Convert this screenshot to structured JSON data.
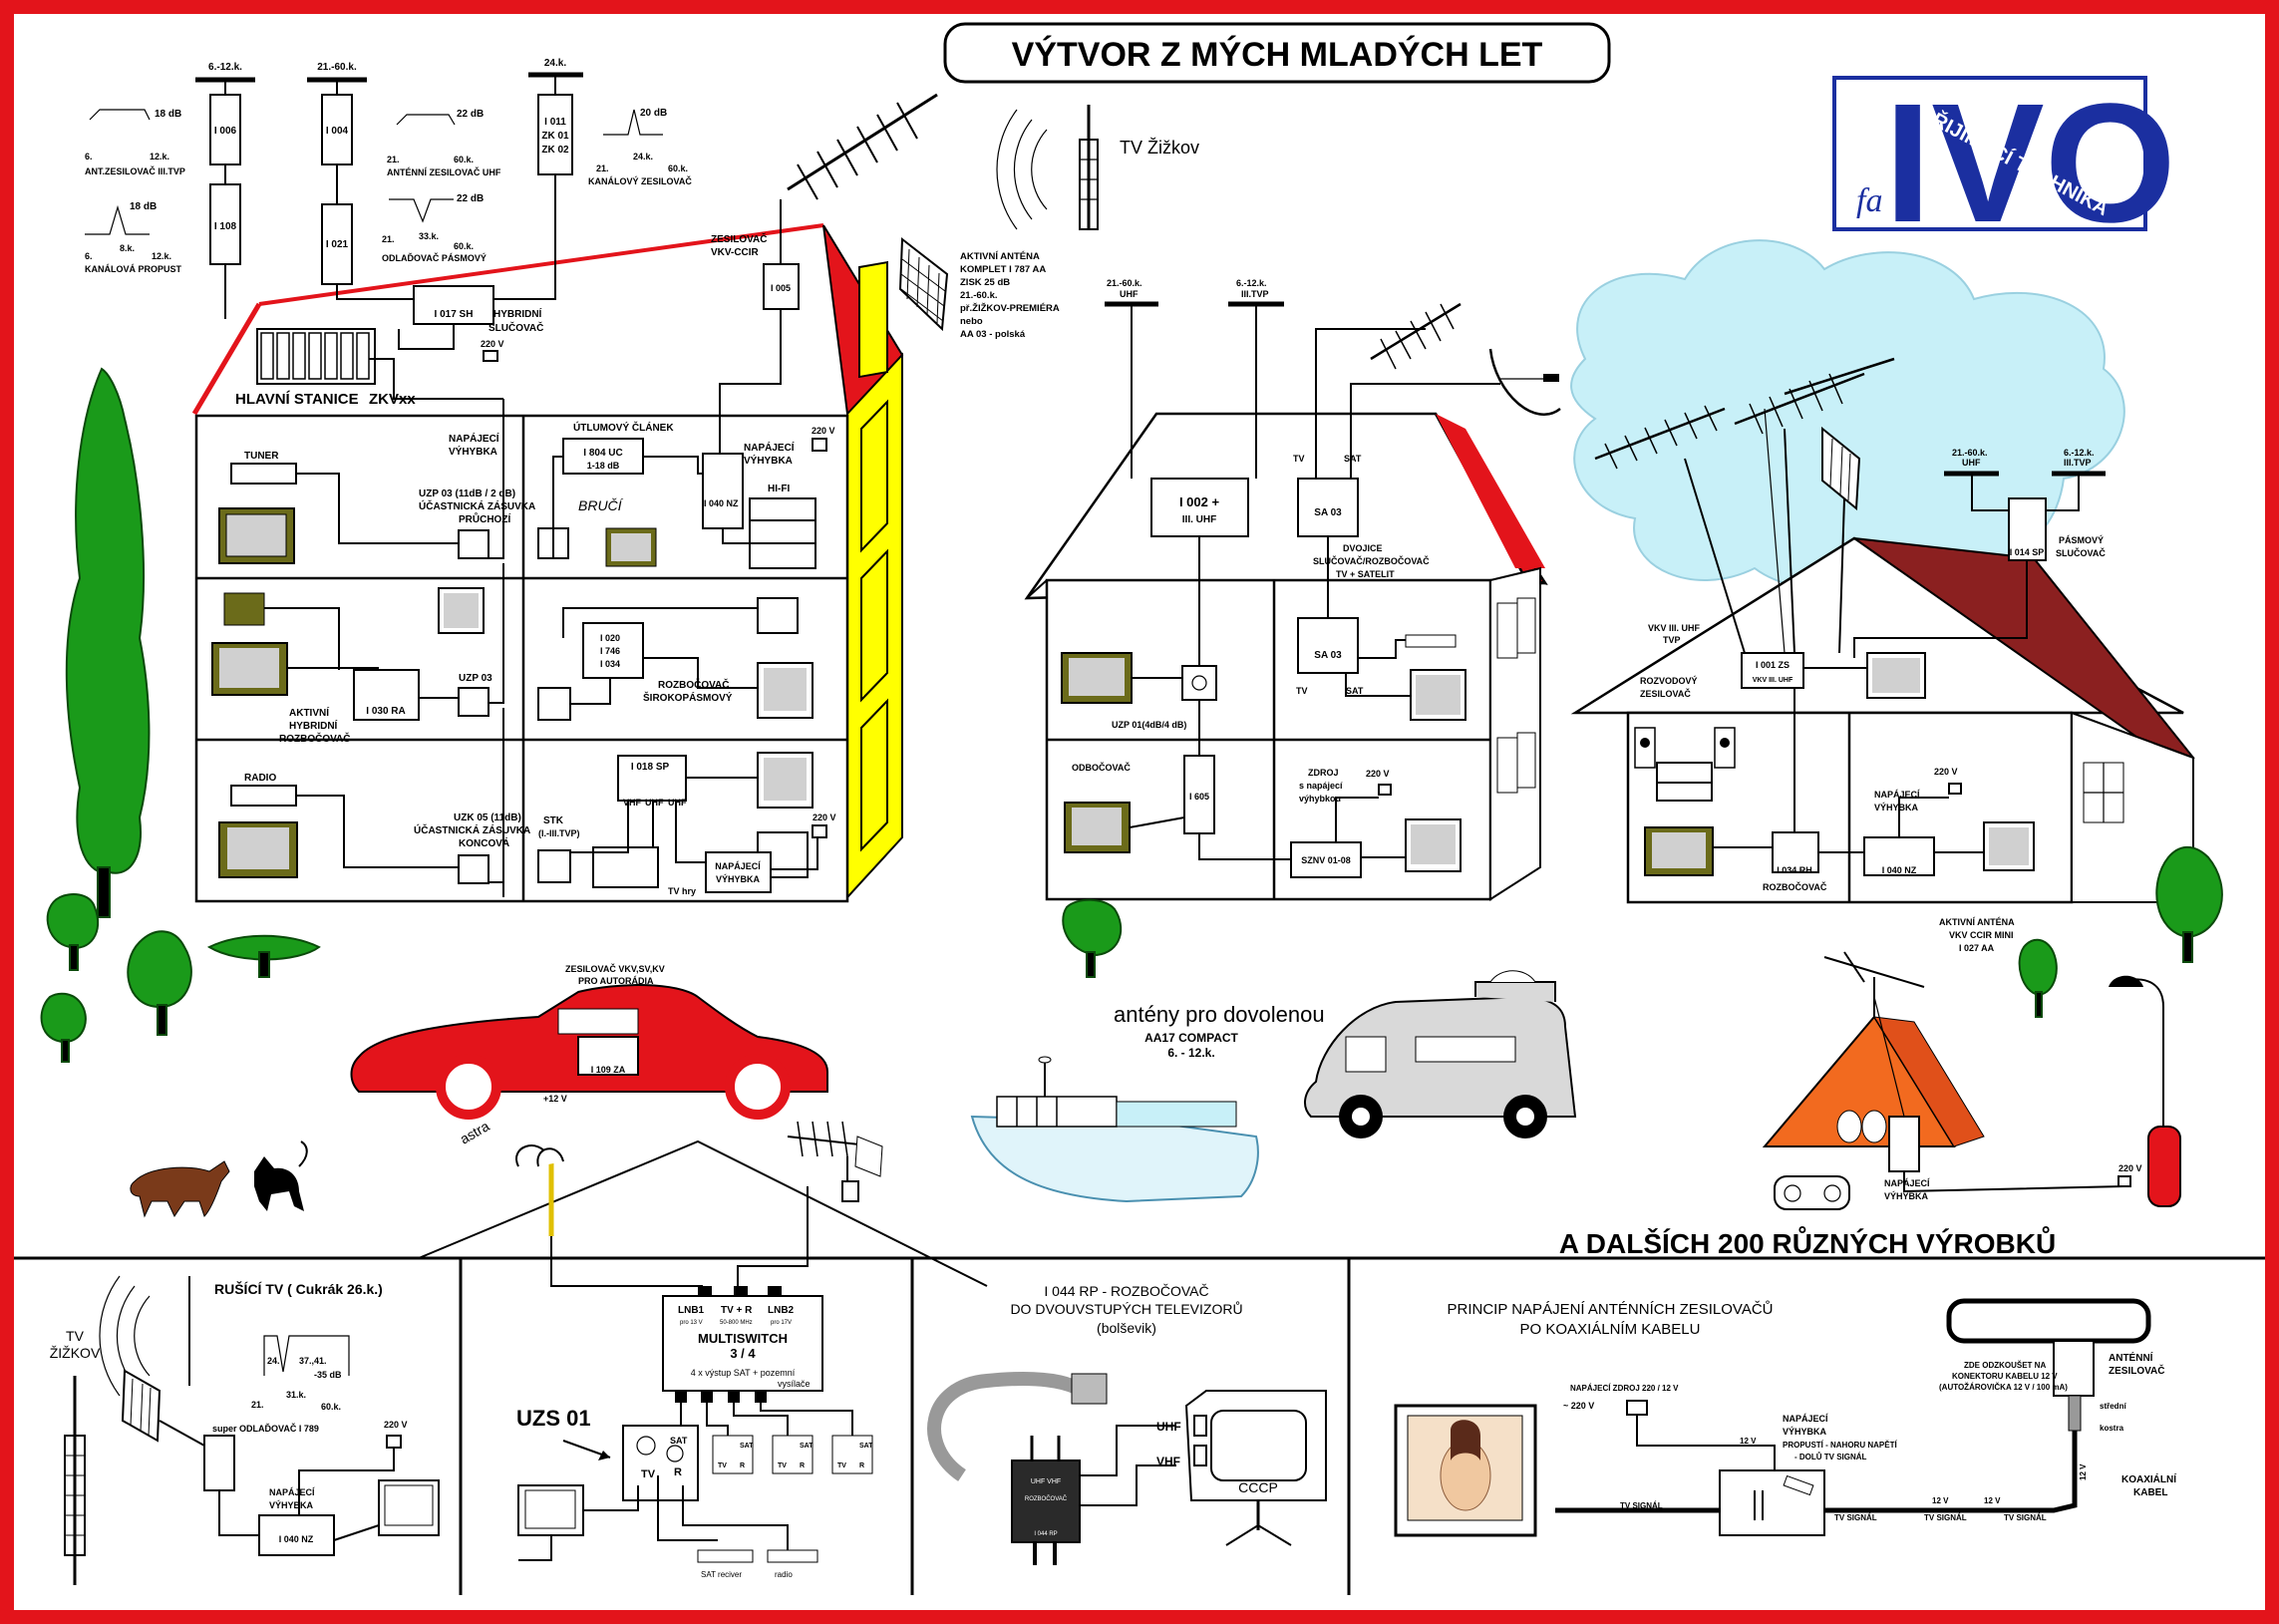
{
  "title": "VÝTVOR Z MÝCH MLADÝCH LET",
  "logo": {
    "brand": "IVO",
    "prefix": "fa",
    "arc_text": "PŘIJÍMACÍ TECHNIKA"
  },
  "colors": {
    "frame": "#e3141b",
    "house_roof": "#e3141b",
    "house_side": "#ffff00",
    "sky": "#c8f0f8",
    "tree": "#1a9a1a",
    "car": "#e3141b",
    "tent": "#f26a1f",
    "logo_blue": "#1b2fa0"
  },
  "head_station": {
    "label": "HLAVNÍ   STANICE",
    "model": "ZKVxx",
    "items": [
      {
        "top": "6.-12.k.",
        "code": "I 006",
        "code2": "I 108",
        "graph": "ANT.ZESILOVAČ  III.TVP",
        "g1": "18 dB",
        "g1x": "6.",
        "g1y": "12.k."
      },
      {
        "top": "21.-60.k.",
        "code": "I 004",
        "code2": "I 021",
        "graph": "ANTÉNNÍ ZESILOVAČ UHF",
        "g1": "22 dB",
        "g1x": "21.",
        "g1y": "60.k."
      },
      {
        "top": "24.k.",
        "code": "I 011",
        "code2": "ZK 01",
        "code3": "ZK 02",
        "graph": "KANÁLOVÝ ZESILOVAČ",
        "g1": "20 dB",
        "g1x": "21.",
        "g1y": "60.k.",
        "g1z": "24.k."
      }
    ],
    "filter1": {
      "label": "KANÁLOVÁ PROPUST",
      "db": "18 dB",
      "x1": "6.",
      "x2": "8.k.",
      "x3": "12.k."
    },
    "filter2": {
      "label": "ODLAĎOVAČ PÁSMOVÝ",
      "db": "22 dB",
      "x1": "21.",
      "x2": "33.k.",
      "x3": "60.k."
    },
    "combiner": {
      "code": "I 017 SH",
      "label1": "HYBRIDNÍ",
      "label2": "SLUČOVAČ",
      "volt": "220 V"
    }
  },
  "tv_zizkov": "TV Žižkov",
  "vkv_amp": {
    "label1": "ZESILOVAČ",
    "label2": "VKV-CCIR",
    "code": "I 005"
  },
  "active_antenna": [
    "AKTIVNÍ ANTÉNA",
    "KOMPLET I 787 AA",
    "ZISK 25 dB",
    "21.-60.k.",
    "př.ŽIŽKOV-PREMIÉRA",
    "nebo",
    "AA 03 - polská"
  ],
  "building": {
    "rooms": [
      {
        "title": "NAPÁJECÍ",
        "title2": "VÝHYBKA",
        "tuner": "TUNER",
        "socket": "UZP 03 (11dB / 2 dB)",
        "socket2": "ÚČASTNICKÁ ZÁSUVKA",
        "socket3": "PRŮCHOZÍ"
      },
      {
        "title": "ÚTLUMOVÝ ČLÁNEK",
        "code": "I 804 UC",
        "range": "1-18 dB",
        "nz": "I 040 NZ",
        "nap1": "NAPÁJECÍ",
        "nap2": "VÝHYBKA",
        "volt": "220 V",
        "hifi": "HI-FI",
        "bubble": "BRUČÍ"
      },
      {
        "code": "I 030 RA",
        "label1": "AKTIVNÍ",
        "label2": "HYBRIDNÍ",
        "label3": "ROZBOČOVAČ",
        "socket": "UZP 03"
      },
      {
        "code1": "I 020",
        "code2": "I 746",
        "code3": "I 034",
        "label1": "ROZBOČOVAČ",
        "label2": "ŠIROKOPÁSMOVÝ"
      },
      {
        "radio": "RADIO",
        "socket": "UZK 05 (11dB)",
        "socket2": "ÚČASTNICKÁ ZÁSUVKA",
        "socket3": "KONCOVÁ"
      },
      {
        "code": "I 018 SP",
        "stk": "STK",
        "stk2": "(I.-III.TVP)",
        "vhf": "VHF",
        "uhf": "UHF",
        "uhf2": "UHF",
        "nap1": "NAPÁJECÍ",
        "nap2": "VÝHYBKA",
        "volt": "220 V",
        "tvhry": "TV hry"
      }
    ]
  },
  "house2": {
    "uhf_top": "21.-60.k.",
    "uhf": "UHF",
    "tvp_top": "6.-12.k.",
    "tvp": "III.TVP",
    "i002": "I 002 +",
    "i002b": "III.      UHF",
    "sa03": "SA 03",
    "tv": "TV",
    "sat": "SAT",
    "dvojice1": "DVOJICE",
    "dvojice2": "SLUČOVAČ/ROZBOČOVAČ",
    "dvojice3": "TV + SATELIT",
    "uzp": "UZP 01(4dB/4 dB)",
    "odb": "ODBOČOVAČ",
    "i605": "I 605",
    "zdroj1": "ZDROJ",
    "zdroj2": "s napájecí",
    "zdroj3": "výhybkou",
    "volt": "220 V",
    "sznv": "SZNV 01-08"
  },
  "house3": {
    "uhf_top": "21.-60.k.",
    "uhf": "UHF",
    "tvp_top": "6.-12.k.",
    "tvp": "III.TVP",
    "sp": "I 014 SP",
    "pas1": "PÁSMOVÝ",
    "pas2": "SLUČOVAČ",
    "vkv": "VKV   III.   UHF",
    "tvp2": "TVP",
    "zs": "I 001 ZS",
    "zs_ports": "VKV  III.  UHF",
    "rozv1": "ROZVODOVÝ",
    "rozv2": "ZESILOVAČ",
    "rh": "I 034 RH",
    "rozb": "ROZBOČOVAČ",
    "nap1": "NAPÁJECÍ",
    "nap2": "VÝHYBKA",
    "volt": "220 V",
    "nz": "I 040 NZ"
  },
  "car": {
    "label1": "ZESILOVAČ VKV,SV,KV",
    "label2": "PRO AUTORÁDIA",
    "code": "I 109 ZA",
    "volt": "+12 V"
  },
  "holiday": {
    "title": "antény pro dovolenou",
    "model": "AA17  COMPACT",
    "range": "6. - 12.k."
  },
  "tent": {
    "aa1": "AKTIVNÍ ANTÉNA",
    "aa2": "VKV CCIR MINI",
    "aa3": "I 027 AA",
    "nap1": "NAPÁJECÍ",
    "nap2": "VÝHYBKA",
    "volt": "220 V"
  },
  "more_products": "A DALŠÍCH 200 RŮZNÝCH VÝROBKŮ",
  "panel1": {
    "title": "RUŠÍCÍ  TV ( Cukrák 26.k.)",
    "tv1": "TV",
    "tv2": "ŽIŽKOV",
    "g_a": "24.",
    "g_b": "37.,41.",
    "g_db": "-35 dB",
    "g_x1": "21.",
    "g_x2": "31.k.",
    "g_x3": "60.k.",
    "odl": "super ODLAĎOVAČ  I 789",
    "volt": "220 V",
    "nap1": "NAPÁJECÍ",
    "nap2": "VÝHYBKA",
    "nz": "I 040 NZ"
  },
  "panel2": {
    "lnb1": "LNB1",
    "tvr": "TV + R",
    "lnb2": "LNB2",
    "p1": "pro 13 V",
    "p2": "50-800 MHz",
    "p3": "pro 17V",
    "ms1": "MULTISWITCH",
    "ms2": "3 / 4",
    "ms3": "4 x výstup  SAT + pozemní",
    "ms4": "vysílače",
    "uzs": "UZS 01",
    "sat": "SAT",
    "tv": "TV",
    "r": "R",
    "rec": "SAT reciver",
    "radio": "radio",
    "astra": "astra"
  },
  "panel3": {
    "title1": "I 044 RP  -  ROZBOČOVAČ",
    "title2": "DO DVOUVSTUPÝCH TELEVIZORŮ",
    "title3": "(bolševik)",
    "uhf": "UHF",
    "vhf": "VHF",
    "cccp": "CCCP",
    "dev1": "UHF  VHF",
    "dev2": "ROZBOČOVAČ",
    "dev3": "I 044 RP"
  },
  "panel4": {
    "title1": "PRINCIP NAPÁJENÍ ANTÉNNÍCH ZESILOVAČŮ",
    "title2": "PO KOAXIÁLNÍM KABELU",
    "zdroj": "NAPÁJECÍ ZDROJ 220 / 12 V",
    "v220": "~ 220 V",
    "v12": "12 V",
    "nap1": "NAPÁJECÍ",
    "nap2": "VÝHYBKA",
    "nap3": "PROPUSTÍ - NAHORU NAPĚTÍ",
    "nap4": "- DOLŮ TV SIGNÁL",
    "amp1": "ANTÉNNÍ",
    "amp2": "ZESILOVAČ",
    "test1": "ZDE ODZKOUŠET NA",
    "test2": "KONEKTORU KABELU 12 V",
    "test3": "(AUTOŽÁROVIČKA 12 V / 100 mA)",
    "stredni": "střední",
    "kostra": "kostra",
    "kab1": "KOAXIÁLNÍ",
    "kab2": "KABEL",
    "sig": "TV SIGNÁL",
    "v12b": "12 V"
  }
}
